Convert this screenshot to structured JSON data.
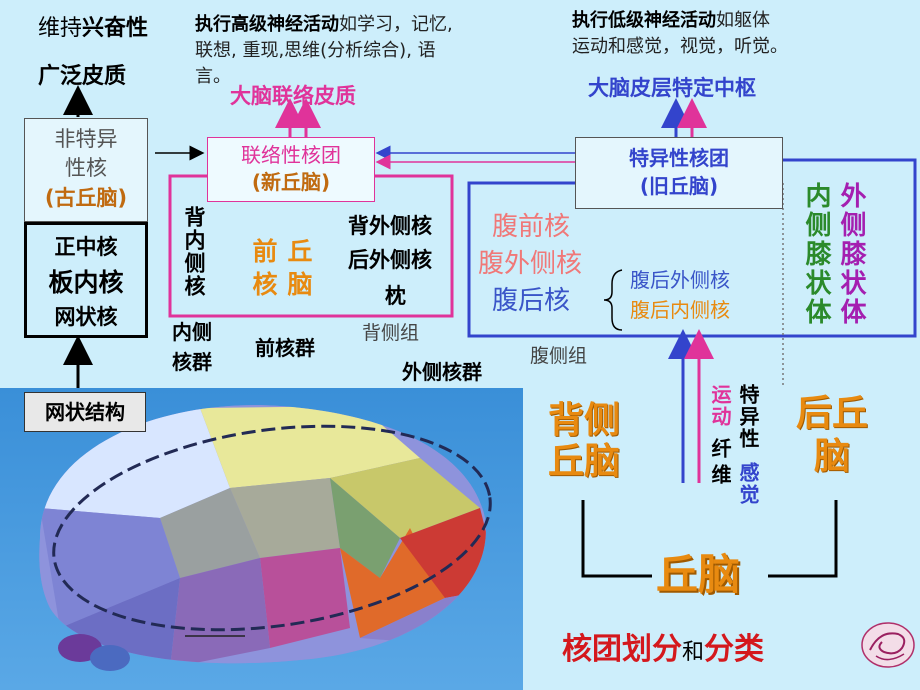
{
  "top_left": {
    "maintain_prefix": "维持",
    "maintain_bold": "兴奋性",
    "cortex_label": "广泛皮质"
  },
  "top_center": {
    "line1_bold": "执行高级神经活动",
    "line1_rest": "如学习，记忆,",
    "line2": "联想, 重现,思维(分析综合), 语",
    "line3": "言。",
    "association_cortex": "大脑联络皮质"
  },
  "top_right": {
    "line1_bold": "执行低级神经活动",
    "line1_rest": "如躯体",
    "line2": "运动和感觉，视觉，听觉。",
    "specific_center": "大脑皮层特定中枢"
  },
  "nonspecific_box": {
    "line1": "非特异",
    "line2": "性核",
    "line3": "(古丘脑)"
  },
  "midline_box": {
    "line1": "正中核",
    "line2": "板内核",
    "line3": "网状核"
  },
  "association_box": {
    "line1": "联络性核团",
    "line2": "(新丘脑)"
  },
  "association_group": {
    "medial_dorsal": "背内侧核",
    "anterior": "前核",
    "pulvinar": "丘脑",
    "lateral_dorsal": "背外侧核",
    "lateral_posterior": "后外侧核",
    "pulvinar_nucleus": "枕"
  },
  "group_labels": {
    "medial_group_1": "内侧",
    "medial_group_2": "核群",
    "anterior_group": "前核群",
    "dorsal_group": "背侧组",
    "lateral_group": "外侧核群",
    "ventral_group": "腹侧组"
  },
  "specific_box": {
    "line1": "特异性核团",
    "line2": "(旧丘脑)"
  },
  "ventral_nuclei": {
    "anterior": "腹前核",
    "lateral": "腹外侧核",
    "posterior": "腹后核",
    "posterolateral": "腹后外侧核",
    "posteromedial": "腹后内侧核"
  },
  "geniculate": {
    "medial": "内侧膝状体",
    "lateral": "外侧膝状体"
  },
  "reticular_label": "网状结构",
  "bottom_right": {
    "dorsal_thalamus": "背侧丘脑",
    "posterior_thalamus": "后丘脑",
    "motor": "运动",
    "fiber_1": "纤",
    "fiber_2": "维",
    "specific": "特异性",
    "sensory": "感觉",
    "thalamus": "丘脑",
    "title_part1": "核团划分",
    "title_mid": "和",
    "title_part2": "分类"
  },
  "colors": {
    "background": "#cdeefb",
    "magenta": "#e0339a",
    "blue": "#3344cc",
    "orange": "#e88a10",
    "red": "#d4181d",
    "green": "#2b8a2b",
    "purple": "#a41fb0",
    "salmon": "#f07878"
  }
}
